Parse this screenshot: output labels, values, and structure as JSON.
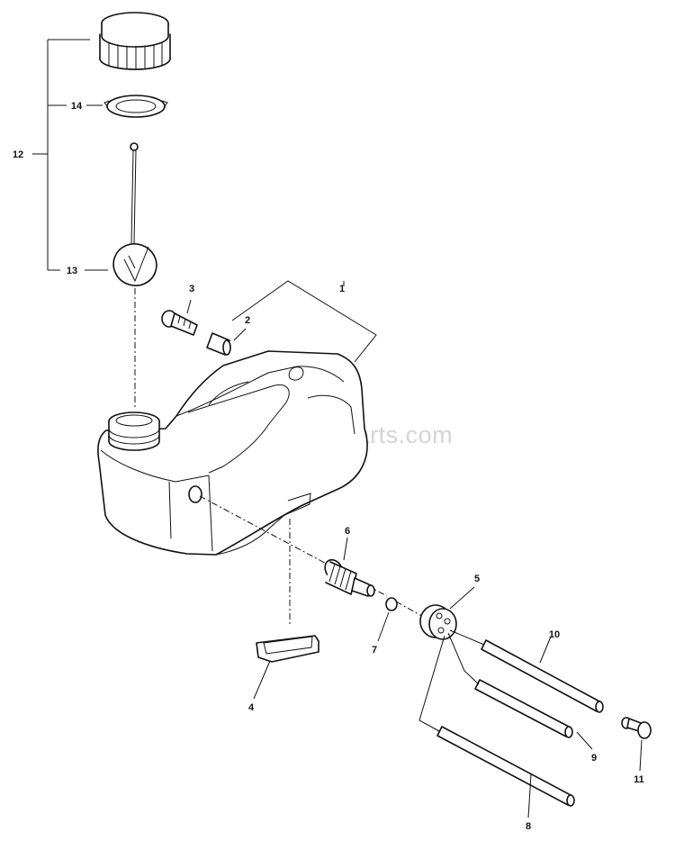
{
  "watermark": "eReplacementParts.com",
  "callouts": {
    "c1": "1",
    "c2": "2",
    "c3": "3",
    "c4": "4",
    "c5": "5",
    "c6": "6",
    "c7": "7",
    "c8": "8",
    "c9": "9",
    "c10": "10",
    "c11": "11",
    "c12": "12",
    "c13": "13",
    "c14": "14"
  }
}
